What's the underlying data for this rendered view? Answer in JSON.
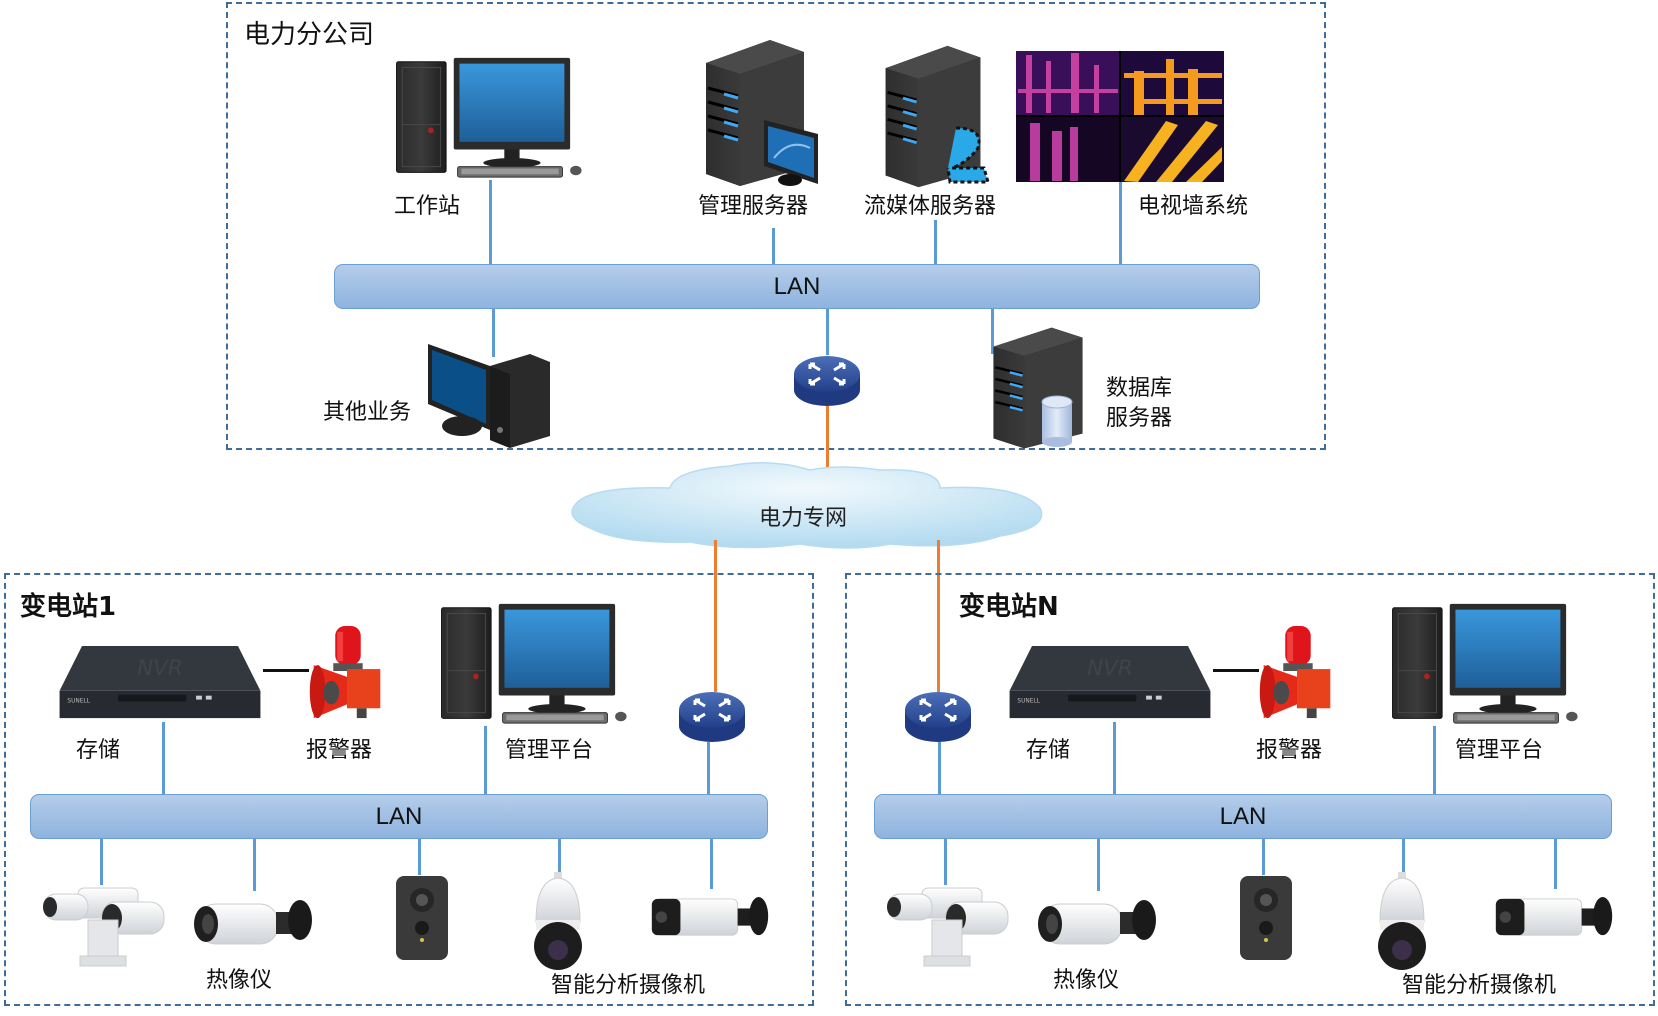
{
  "headquarters": {
    "title": "电力分公司",
    "lan_label": "LAN",
    "devices": {
      "workstation": "工作站",
      "management_server": "管理服务器",
      "streaming_server": "流媒体服务器",
      "video_wall": "电视墙系统",
      "other_business": "其他业务",
      "database_server_line1": "数据库",
      "database_server_line2": "服务器"
    }
  },
  "network": {
    "cloud_label": "电力专网",
    "colors": {
      "lan_link": "#5b9bd5",
      "wan_link": "#ed7d31",
      "zone_border": "#3e6d9c",
      "router": "#2f4f9a"
    }
  },
  "stations": [
    {
      "title": "变电站1",
      "lan_label": "LAN",
      "storage": "存储",
      "alarm": "报警器",
      "platform": "管理平台",
      "thermal_camera": "热像仪",
      "smart_camera": "智能分析摄像机"
    },
    {
      "title": "变电站N",
      "lan_label": "LAN",
      "storage": "存储",
      "alarm": "报警器",
      "platform": "管理平台",
      "thermal_camera": "热像仪",
      "smart_camera": "智能分析摄像机"
    }
  ]
}
